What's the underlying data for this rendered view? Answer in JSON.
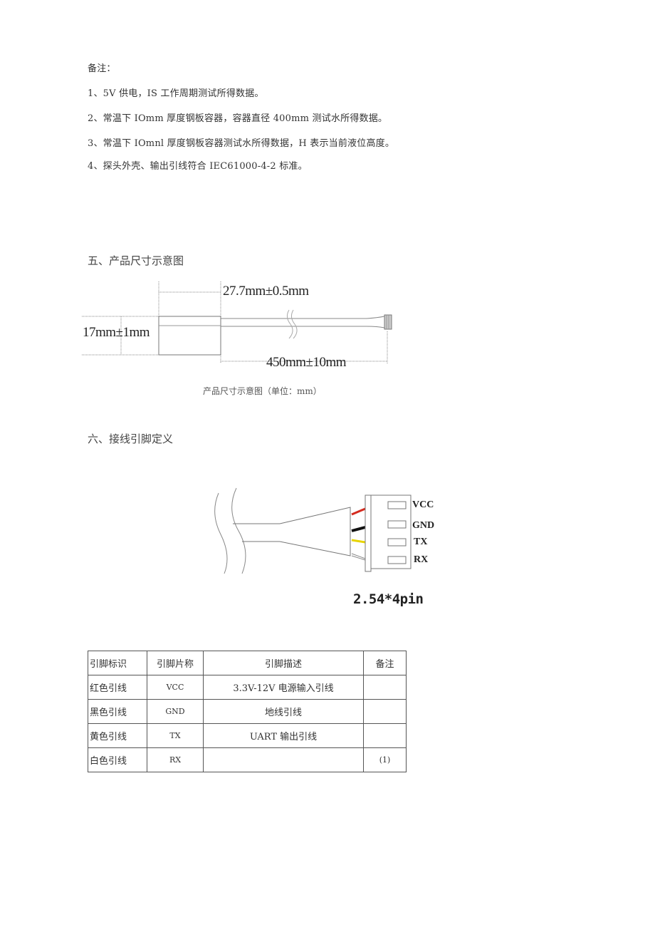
{
  "notes": {
    "title": "备注：",
    "items": [
      "1、5V 供电，IS 工作周期测试所得数据。",
      "2、常温下 IOmm 厚度钢板容器，容器直径 400mm 测试水所得数据。",
      "3、常温下 IOmnl 厚度钢板容器测试水所得数据，H 表示当前液位高度。",
      "4、探头外壳、输出引线符合 IEC61000-4-2 标准。"
    ]
  },
  "section5": {
    "heading": "五、产品尺寸示意图",
    "diagram": {
      "length_label": "27.7mm±0.5mm",
      "diameter_label": "17mm±1mm",
      "cable_label": "450mm±10mm",
      "caption": "产品尺寸示意图（单位：mm）"
    }
  },
  "section6": {
    "heading": "六、接线引脚定义",
    "connector": {
      "pins": [
        "VCC",
        "GND",
        "TX",
        "RX"
      ],
      "wire_colors": [
        "#d42a1e",
        "#111111",
        "#e8d400",
        "#ffffff"
      ],
      "size_label": "2.54*4pin"
    },
    "table": {
      "headers": [
        "引脚标识",
        "引脚片称",
        "引脚描述",
        "备注"
      ],
      "rows": [
        [
          "红色引线",
          "VCC",
          "3.3V-12V 电源输入引线",
          ""
        ],
        [
          "黑色引线",
          "GND",
          "地线引线",
          ""
        ],
        [
          "黄色引线",
          "TX",
          "UART 输出引线",
          ""
        ],
        [
          "白色引线",
          "RX",
          "",
          "(1)"
        ]
      ]
    }
  }
}
